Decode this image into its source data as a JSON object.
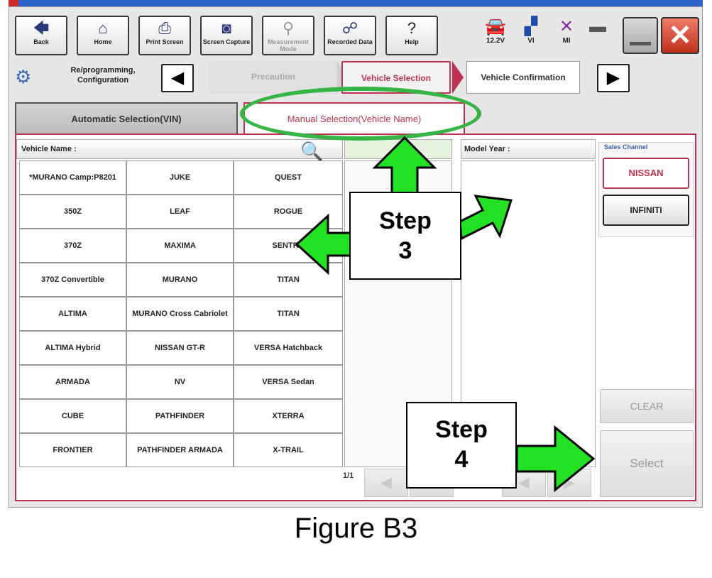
{
  "toolbar": {
    "back": "Back",
    "home": "Home",
    "print_screen": "Print Screen",
    "screen_capture": "Screen Capture",
    "measurement_mode": "Measurement Mode",
    "recorded_data": "Recorded Data",
    "help": "Help"
  },
  "status": {
    "voltage": "12.2V",
    "vi": "VI",
    "mi": "MI"
  },
  "breadcrumb": {
    "title": "Re/programming, Configuration",
    "steps": [
      "Precaution",
      "Vehicle Selection",
      "Vehicle Confirmation"
    ]
  },
  "tabs": {
    "automatic": "Automatic Selection(VIN)",
    "manual": "Manual Selection(Vehicle Name)"
  },
  "vehicle_name": {
    "header": "Vehicle Name :",
    "rows": [
      [
        "*MURANO Camp:P8201",
        "JUKE",
        "QUEST"
      ],
      [
        "350Z",
        "LEAF",
        "ROGUE"
      ],
      [
        "370Z",
        "MAXIMA",
        "SENTRA"
      ],
      [
        "370Z Convertible",
        "MURANO",
        "TITAN"
      ],
      [
        "ALTIMA",
        "MURANO Cross Cabriolet",
        "TITAN"
      ],
      [
        "ALTIMA Hybrid",
        "NISSAN GT-R",
        "VERSA Hatchback"
      ],
      [
        "ARMADA",
        "NV",
        "VERSA Sedan"
      ],
      [
        "CUBE",
        "PATHFINDER",
        "XTERRA"
      ],
      [
        "FRONTIER",
        "PATHFINDER ARMADA",
        "X-TRAIL"
      ]
    ]
  },
  "model_year": {
    "header": "Model Year :"
  },
  "sales_channel": {
    "label": "Sales Channel",
    "nissan": "NISSAN",
    "infiniti": "INFINITI"
  },
  "actions": {
    "clear": "CLEAR",
    "select": "Select"
  },
  "pagination": {
    "indicator": "1/1"
  },
  "annotations": {
    "step3_word": "Step",
    "step3_num": "3",
    "step4_word": "Step",
    "step4_num": "4",
    "caption": "Figure B3"
  },
  "colors": {
    "accent": "#c03050",
    "highlight_green": "#35b546",
    "arrow_green": "#22e022"
  }
}
